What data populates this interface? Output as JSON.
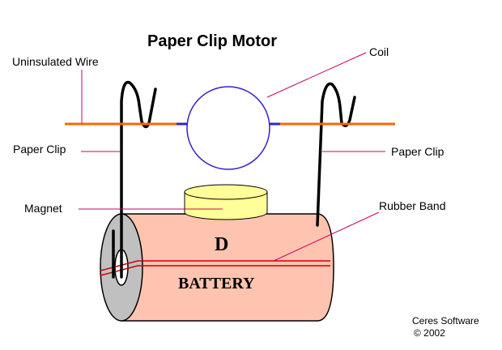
{
  "title": "Paper Clip Motor",
  "labels": {
    "uninsulated_wire": "Uninsulated Wire",
    "coil": "Coil",
    "paper_clip_left": "Paper Clip",
    "paper_clip_right": "Paper Clip",
    "magnet": "Magnet",
    "rubber_band": "Rubber Band"
  },
  "battery": {
    "letter": "D",
    "word": "BATTERY"
  },
  "credit": {
    "company": "Ceres Software",
    "copyright": "©  2002"
  },
  "colors": {
    "wire": "#ff6600",
    "coil": "#3322cc",
    "battery_body": "#ffc4b0",
    "battery_end": "#c0c0c0",
    "magnet": "#ffff99",
    "leader_line": "#cc0066",
    "rubber_band": "#cc0000"
  }
}
